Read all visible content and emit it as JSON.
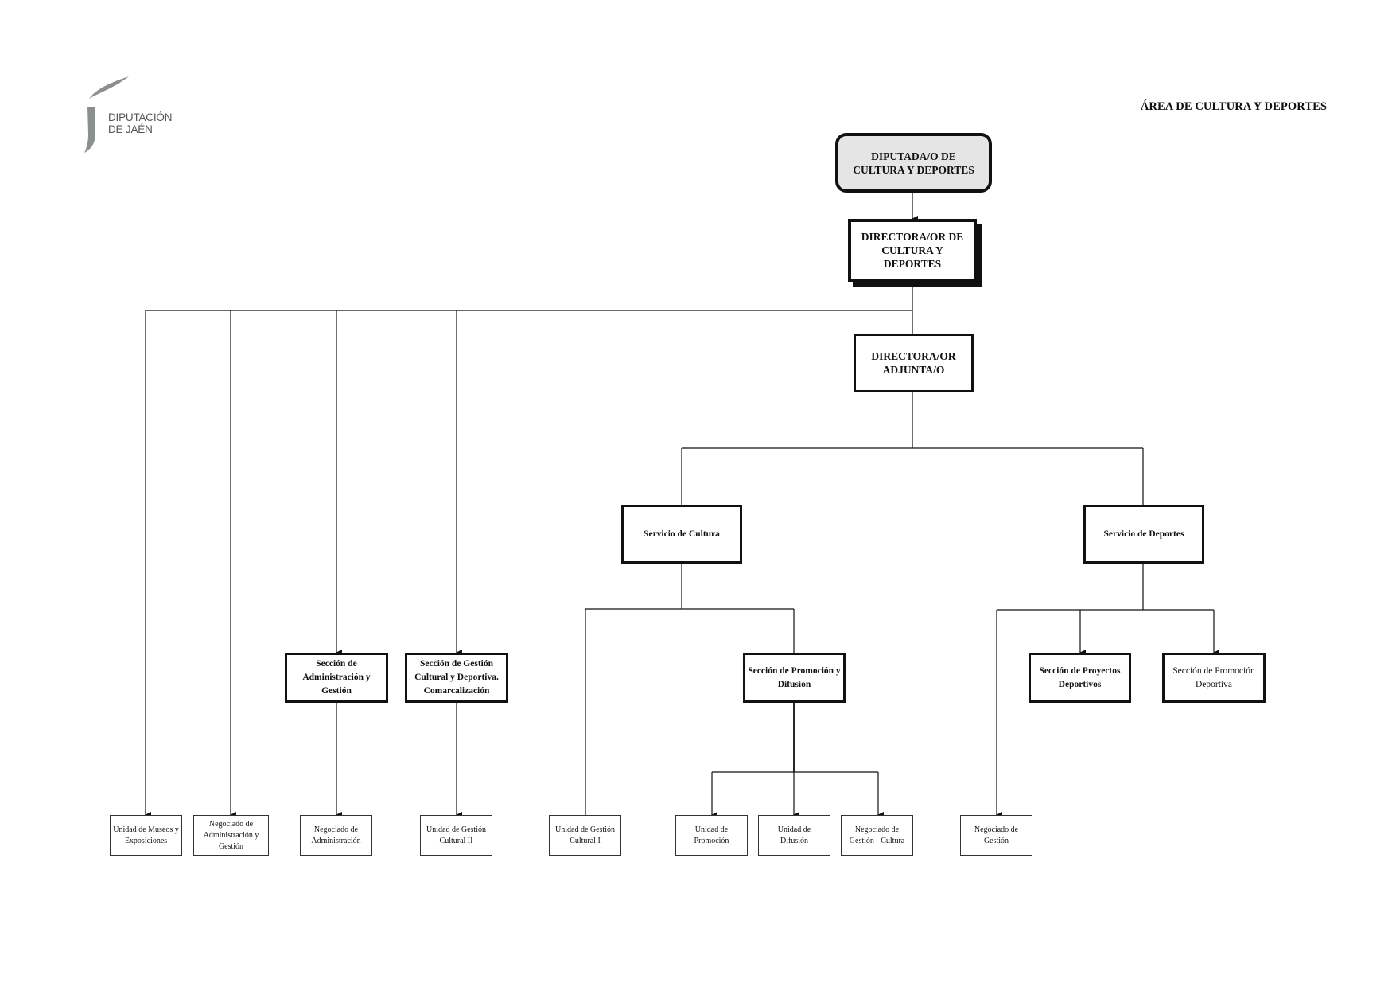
{
  "logo": {
    "line1": "DIPUTACIÓN",
    "line2": "DE JAÉN"
  },
  "area_title": "ÁREA DE CULTURA Y DEPORTES",
  "nodes": {
    "diputada": "DIPUTADA/O DE CULTURA Y DEPORTES",
    "directora": "DIRECTORA/OR DE CULTURA Y DEPORTES",
    "adjunta": "DIRECTORA/OR ADJUNTA/O",
    "servicio_cultura": "Servicio de Cultura",
    "servicio_deportes": "Servicio de  Deportes",
    "seccion_admin": "Sección de Administración y Gestión",
    "seccion_gestion_cultural": "Sección de Gestión Cultural y Deportiva. Comarcalización",
    "seccion_promocion_difusion": "Sección de Promoción y Difusión",
    "seccion_proyectos_deportivos": "Sección de Proyectos Deportivos",
    "seccion_promocion_deportiva": "Sección de Promoción Deportiva",
    "unidad_museos": "Unidad de Museos y Exposiciones",
    "negociado_admin_gestion": "Negociado de Administración y Gestión",
    "negociado_administracion": "Negociado de Administración",
    "unidad_gestion_cultural_2": "Unidad de Gestión Cultural II",
    "unidad_gestion_cultural_1": "Unidad de Gestión Cultural I",
    "unidad_promocion": "Unidad de Promoción",
    "unidad_difusion": "Unidad de Difusión",
    "negociado_gestion_cultura": "Negociado de Gestión - Cultura",
    "negociado_gestion": "Negociado de Gestión"
  }
}
